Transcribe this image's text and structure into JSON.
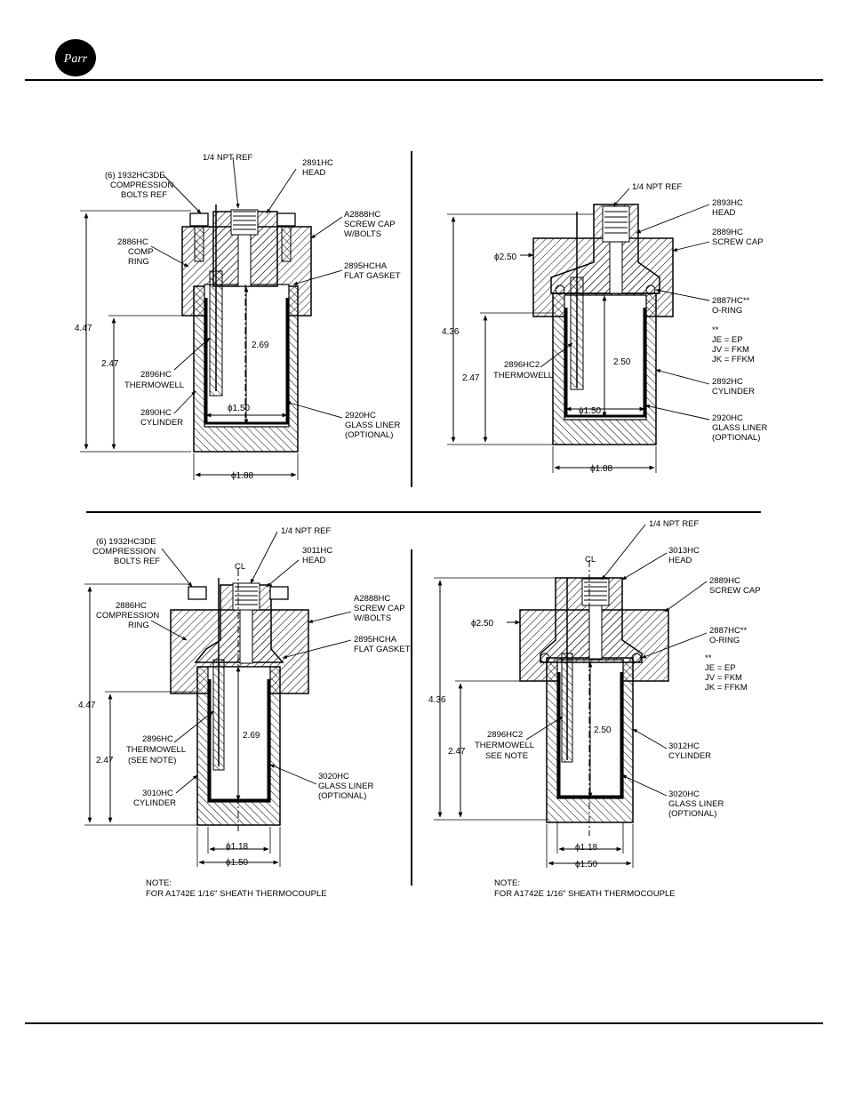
{
  "logo": {
    "text": "Parr"
  },
  "drawing_1": {
    "npt": "1/4 NPT REF",
    "bolts": [
      "(6) 1932HC3DE",
      "COMPRESSION",
      "BOLTS REF"
    ],
    "head": [
      "2891HC",
      "HEAD"
    ],
    "screw_cap": [
      "A2888HC",
      "SCREW CAP",
      "W/BOLTS"
    ],
    "comp_ring": [
      "2886HC",
      "COMP",
      "RING"
    ],
    "gasket": [
      "2895HCHA",
      "FLAT GASKET"
    ],
    "thermowell": [
      "2896HC",
      "THERMOWELL"
    ],
    "cylinder": [
      "2890HC",
      "CYLINDER"
    ],
    "liner": [
      "2920HC",
      "GLASS LINER",
      "(OPTIONAL)"
    ],
    "dim_height": "4.47",
    "dim_inner": "2.47",
    "dim_depth": "2.69",
    "dim_bore": "ϕ1.50",
    "dim_od": "ϕ1.88"
  },
  "drawing_2": {
    "npt": "1/4 NPT REF",
    "head": [
      "2893HC",
      "HEAD"
    ],
    "screw_cap": [
      "2889HC",
      "SCREW CAP"
    ],
    "cap_dia": "ϕ2.50",
    "oring": [
      "2887HC**",
      "O-RING"
    ],
    "codes": [
      "**",
      "JE = EP",
      "JV = FKM",
      "JK = FFKM"
    ],
    "thermowell": [
      "2896HC2",
      "THERMOWELL"
    ],
    "cylinder": [
      "2892HC",
      "CYLINDER"
    ],
    "liner": [
      "2920HC",
      "GLASS LINER",
      "(OPTIONAL)"
    ],
    "dim_height": "4.36",
    "dim_inner": "2.47",
    "dim_depth": "2.50",
    "dim_bore": "ϕ1.50",
    "dim_od": "ϕ1.88"
  },
  "drawing_3": {
    "npt": "1/4 NPT REF",
    "cl": "CL",
    "bolts": [
      "(6) 1932HC3DE",
      "COMPRESSION",
      "BOLTS REF"
    ],
    "head": [
      "3011HC",
      "HEAD"
    ],
    "screw_cap": [
      "A2888HC",
      "SCREW CAP",
      "W/BOLTS"
    ],
    "comp_ring": [
      "2886HC",
      "COMPRESSION",
      "RING"
    ],
    "gasket": [
      "2895HCHA",
      "FLAT GASKET"
    ],
    "thermowell": [
      "2896HC",
      "THERMOWELL",
      "(SEE NOTE)"
    ],
    "cylinder": [
      "3010HC",
      "CYLINDER"
    ],
    "liner": [
      "3020HC",
      "GLASS LINER",
      "(OPTIONAL)"
    ],
    "dim_height": "4.47",
    "dim_inner": "2.47",
    "dim_depth": "2.69",
    "dim_bore": "ϕ1.18",
    "dim_od": "ϕ1.50",
    "note": [
      "NOTE:",
      "FOR A1742E 1/16\" SHEATH THERMOCOUPLE"
    ]
  },
  "drawing_4": {
    "npt": "1/4 NPT REF",
    "cl": "CL",
    "head": [
      "3013HC",
      "HEAD"
    ],
    "screw_cap": [
      "2889HC",
      "SCREW CAP"
    ],
    "cap_dia": "ϕ2.50",
    "oring": [
      "2887HC**",
      "O-RING"
    ],
    "codes": [
      "**",
      "JE = EP",
      "JV = FKM",
      "JK = FFKM"
    ],
    "thermowell": [
      "2896HC2",
      "THERMOWELL",
      "SEE NOTE"
    ],
    "cylinder": [
      "3012HC",
      "CYLINDER"
    ],
    "liner": [
      "3020HC",
      "GLASS LINER",
      "(OPTIONAL)"
    ],
    "dim_height": "4.36",
    "dim_inner": "2.47",
    "dim_depth": "2.50",
    "dim_bore": "ϕ1.18",
    "dim_od": "ϕ1.50",
    "note": [
      "NOTE:",
      "FOR A1742E 1/16\" SHEATH THERMOCOUPLE"
    ]
  },
  "colors": {
    "ink": "#000000",
    "paper": "#ffffff"
  }
}
